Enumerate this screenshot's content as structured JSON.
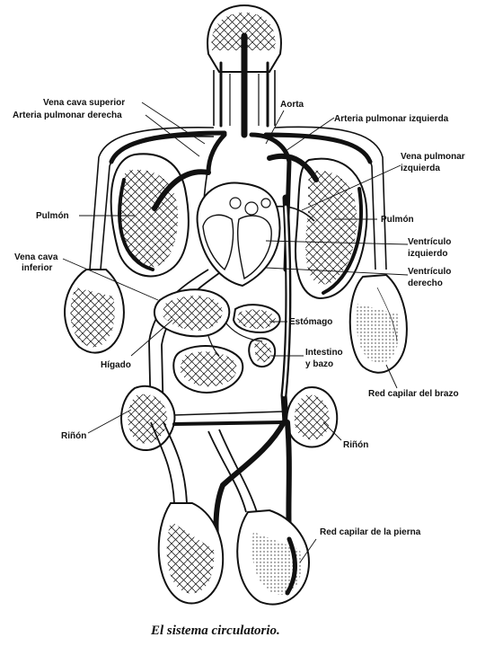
{
  "figure": {
    "caption": "El sistema circulatorio.",
    "labels": {
      "vena_cava_superior": "Vena cava superior",
      "arteria_pulmonar_derecha": "Arteria pulmonar derecha",
      "aorta": "Aorta",
      "arteria_pulmonar_izquierda": "Arteria pulmonar izquierda",
      "vena_pulmonar_izquierda_1": "Vena pulmonar",
      "vena_pulmonar_izquierda_2": "izquierda",
      "pulmon_left": "Pulmón",
      "pulmon_right": "Pulmón",
      "vena_cava_inferior_1": "Vena cava",
      "vena_cava_inferior_2": "inferior",
      "ventriculo_izquierdo_1": "Ventrículo",
      "ventriculo_izquierdo_2": "izquierdo",
      "ventriculo_derecho_1": "Ventrículo",
      "ventriculo_derecho_2": "derecho",
      "estomago": "Estómago",
      "intestino_1": "Intestino",
      "intestino_2": "y bazo",
      "higado": "Hígado",
      "red_capilar_brazo": "Red capilar del brazo",
      "rinon_left": "Riñón",
      "rinon_right": "Riñón",
      "red_capilar_pierna_1": "Red capilar de la pierna"
    }
  }
}
